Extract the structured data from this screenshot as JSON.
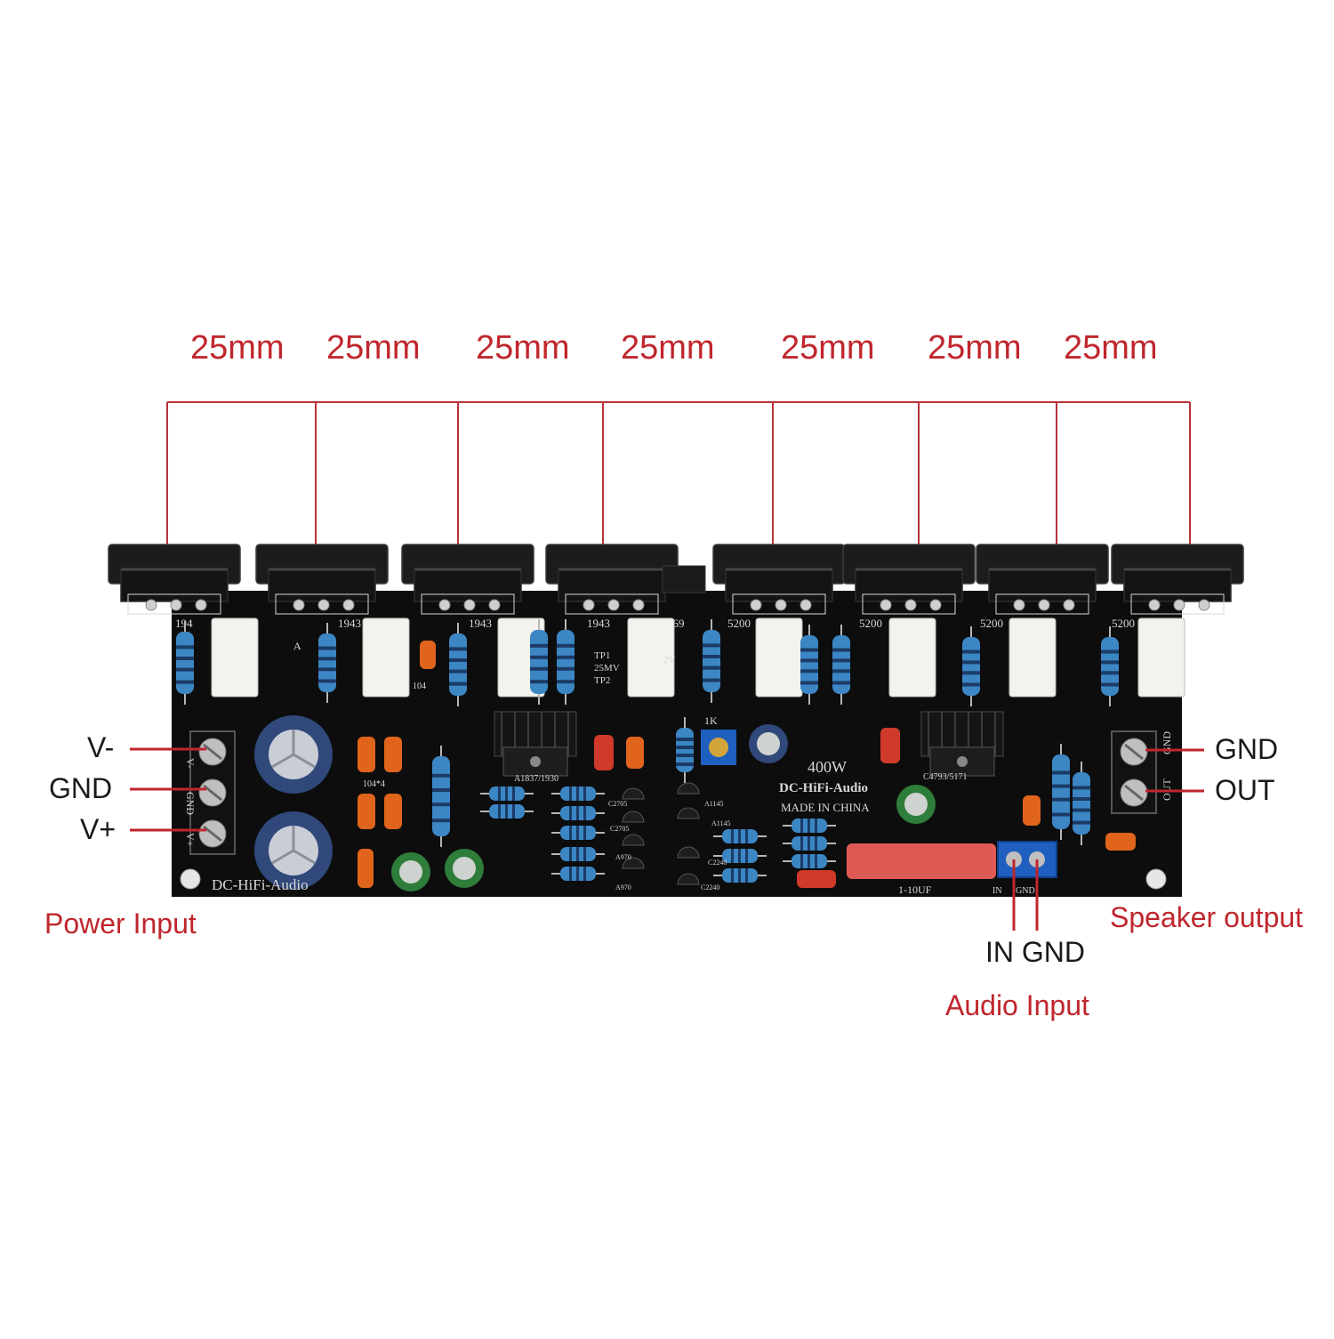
{
  "colors": {
    "accent_red": "#c0262d",
    "dimension_line": "#b8323a",
    "board": "#0d0d0d",
    "transistor": "#1c1c1c",
    "resistor": "#3c86c4",
    "resistor_band": "#1b3b66",
    "ceramic_resistor": "#f2f2ee",
    "film_cap": "#e0641b",
    "red_cap": "#d03a2a",
    "electrolytic_blue": "#30487a",
    "electrolytic_green": "#2f7d3a",
    "terminal_blue": "#1f5fbf",
    "silk": "#d8d8d8"
  },
  "spacing_labels": [
    "25mm",
    "25mm",
    "25mm",
    "25mm",
    "25mm",
    "25mm",
    "25mm"
  ],
  "power_pins": [
    "V-",
    "GND",
    "V+"
  ],
  "speaker_pins": [
    "GND",
    "OUT"
  ],
  "input_pins": "IN GND",
  "groups": {
    "power": "Power Input",
    "speaker": "Speaker output",
    "audio": "Audio Input"
  },
  "board_text": {
    "power_w": "400W",
    "brand": "DC-HiFi-Audio",
    "brand_left": "DC-HiFi-Audio",
    "origin": "MADE IN CHINA",
    "cap_value": "1-10UF",
    "tp1": "TP1",
    "mv": "25MV",
    "tp2": "TP2",
    "driver_left": "A1837/1930",
    "driver_right": "C4793/5171",
    "trim": "1K",
    "voltage": "2V",
    "cap104": "104",
    "cap_pair": "104*4",
    "sil_in": "IN",
    "sil_gnd": "GND",
    "sil_out": "OUT",
    "sil_gnd2": "GND",
    "sil_vm": "V-",
    "sil_gnd3": "GND",
    "sil_vp": "V+",
    "sil_a": "A",
    "tr_labels": [
      "194",
      "1943",
      "1943",
      "1943",
      "669",
      "5200",
      "5200",
      "5200",
      "5200"
    ],
    "small_tr": [
      "C2705",
      "C2705",
      "A1145",
      "A1145",
      "A970",
      "A970",
      "C2240",
      "C2240"
    ]
  }
}
